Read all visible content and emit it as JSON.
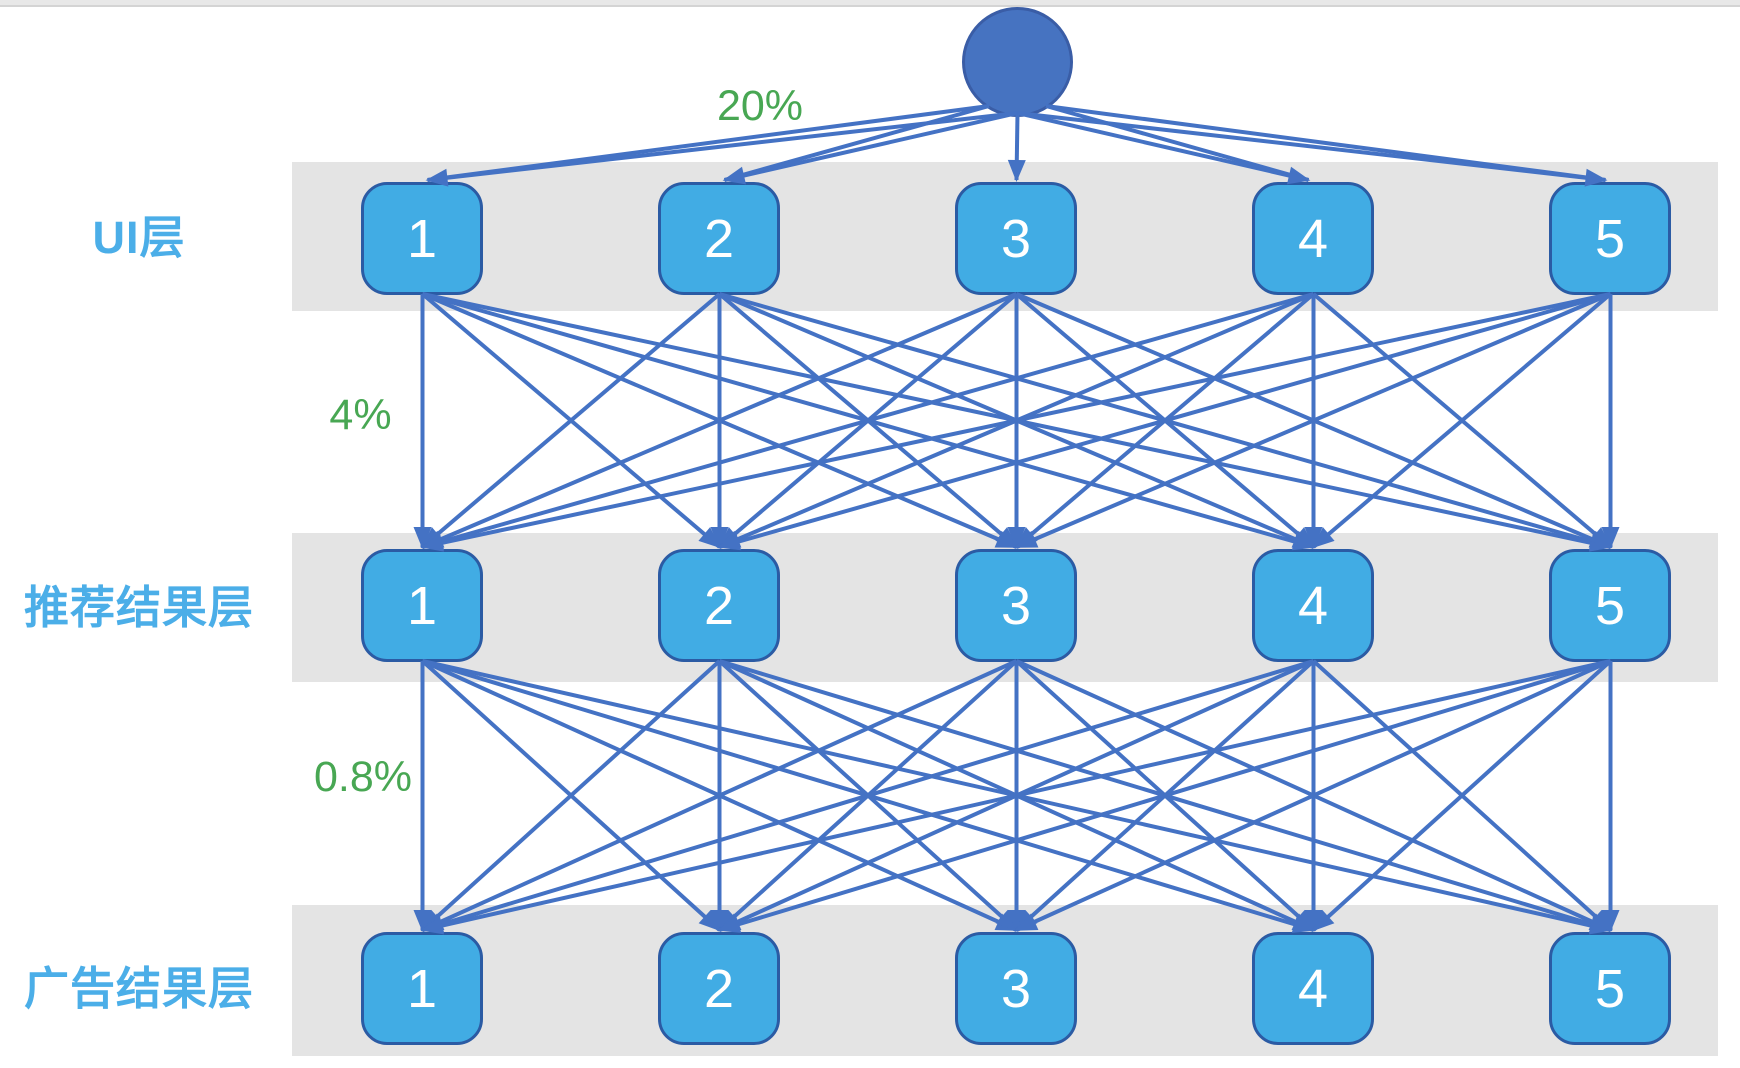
{
  "diagram": {
    "root_node": {
      "shape": "circle",
      "label": ""
    },
    "percent_labels": {
      "root_to_ui": "20%",
      "ui_to_rec": "4%",
      "rec_to_ad": "0.8%"
    },
    "layers": [
      {
        "label": "UI层",
        "nodes": [
          "1",
          "2",
          "3",
          "4",
          "5"
        ]
      },
      {
        "label": "推荐结果层",
        "nodes": [
          "1",
          "2",
          "3",
          "4",
          "5"
        ]
      },
      {
        "label": "广告结果层",
        "nodes": [
          "1",
          "2",
          "3",
          "4",
          "5"
        ]
      }
    ],
    "connectivity": {
      "root_to_ui": "root connects to all 5 UI nodes",
      "ui_to_rec": "fully connected 5x5 with arrows downward",
      "rec_to_ad": "fully connected 5x5 with arrows downward"
    },
    "colors": {
      "node_fill": "#41ace4",
      "node_border": "#2b5ba4",
      "root_fill": "#4673c1",
      "edge_blue": "#4472c4",
      "band_gray": "#e4e4e4",
      "layer_label_blue": "#4baee8",
      "percent_green": "#48a753"
    }
  }
}
